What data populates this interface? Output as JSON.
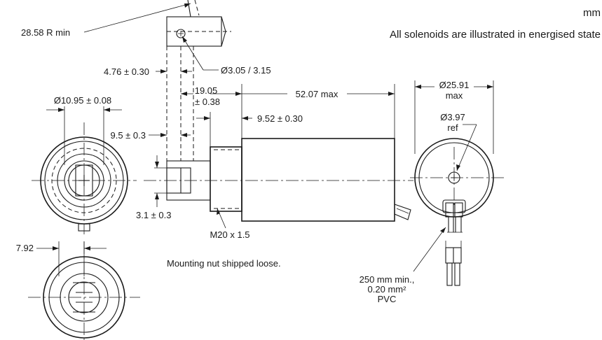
{
  "header": {
    "units": "mm",
    "note": "All solenoids are illustrated in energised state"
  },
  "dimensions": {
    "bend_radius": "28.58  R min",
    "pin_hole_dia": "Ø3.05 / 3.15",
    "plunger_offset": "4.76 ± 0.30",
    "stroke_line1": "19.05",
    "stroke_line2": "± 0.38",
    "body_length": "52.07 max",
    "front_dia": "Ø10.95 ± 0.08",
    "front_offset": "9.5 ± 0.3",
    "thread_length": "9.52 ± 0.30",
    "slot_width": "3.1 ± 0.3",
    "thread": "M20 x 1.5",
    "flat_width": "7.92",
    "body_dia_line1": "Ø25.91",
    "body_dia_line2": "max",
    "rear_hole_line1": "Ø3.97",
    "rear_hole_line2": "ref"
  },
  "notes": {
    "mounting_nut": "Mounting nut shipped loose.",
    "leads_line1": "250 mm min.,",
    "leads_line2": "0.20 mm²",
    "leads_line3": "PVC"
  }
}
